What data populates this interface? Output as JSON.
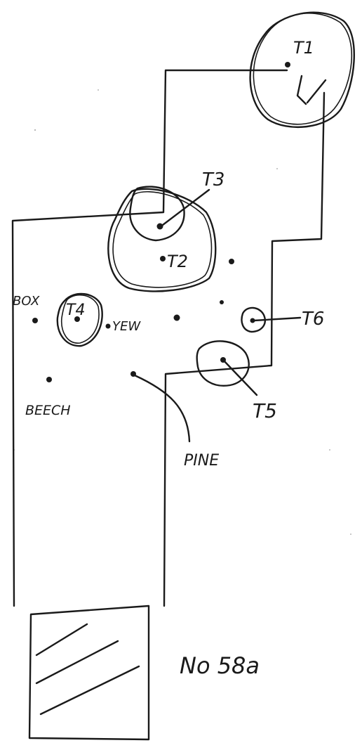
{
  "labels": {
    "t1": "T1",
    "t2": "T2",
    "t3": "T3",
    "t4": "T4",
    "t5": "T5",
    "t6": "T6",
    "box": "BOX",
    "yew": "YEW",
    "beech": "BEECH",
    "pine": "PINE",
    "plan_number": "No 58a"
  }
}
